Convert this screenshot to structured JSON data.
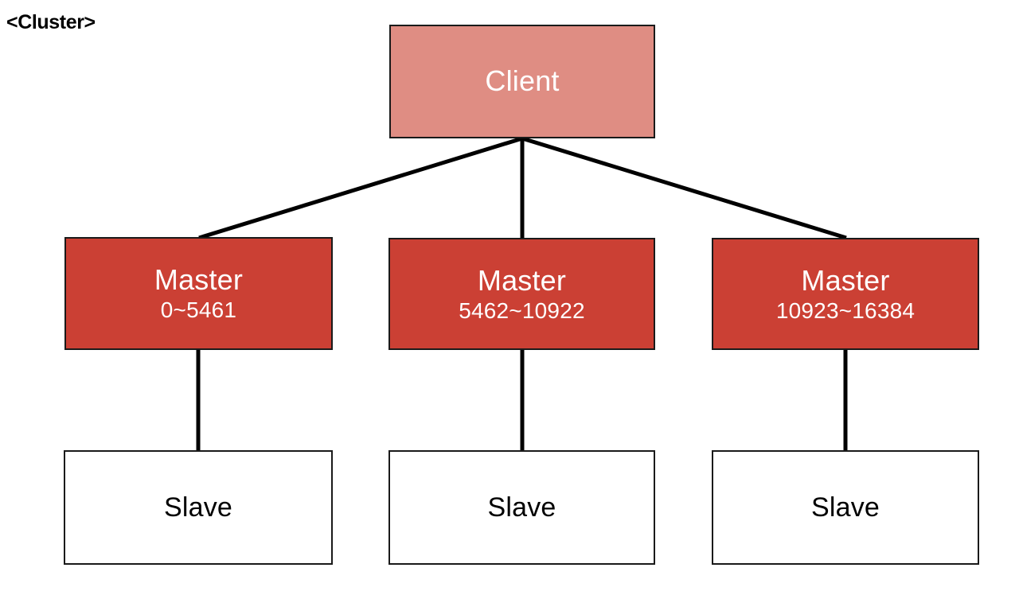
{
  "diagram": {
    "title": "<Cluster>",
    "background_color": "#ffffff",
    "edge_color": "#000000",
    "client": {
      "label": "Client",
      "fill_color": "#df8d83",
      "text_color": "#ffffff",
      "border_color": "#1a1a1a"
    },
    "masters": [
      {
        "label": "Master",
        "slot_range": "0~5461",
        "fill_color": "#cb4034",
        "text_color": "#ffffff",
        "border_color": "#1a1a1a"
      },
      {
        "label": "Master",
        "slot_range": "5462~10922",
        "fill_color": "#cb4034",
        "text_color": "#ffffff",
        "border_color": "#1a1a1a"
      },
      {
        "label": "Master",
        "slot_range": "10923~16384",
        "fill_color": "#cb4034",
        "text_color": "#ffffff",
        "border_color": "#1a1a1a"
      }
    ],
    "slaves": [
      {
        "label": "Slave",
        "fill_color": "#ffffff",
        "text_color": "#000000",
        "border_color": "#1a1a1a"
      },
      {
        "label": "Slave",
        "fill_color": "#ffffff",
        "text_color": "#000000",
        "border_color": "#1a1a1a"
      },
      {
        "label": "Slave",
        "fill_color": "#ffffff",
        "text_color": "#000000",
        "border_color": "#1a1a1a"
      }
    ]
  }
}
